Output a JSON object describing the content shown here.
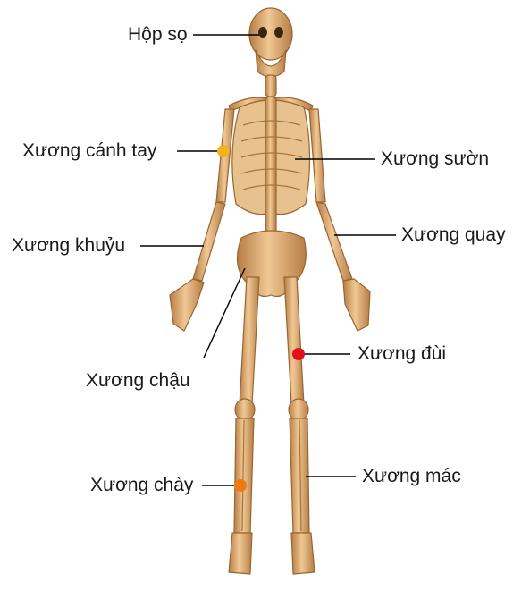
{
  "labels": {
    "skull": "Hộp sọ",
    "humerus": "Xương cánh tay",
    "ulna": "Xương khuỷu",
    "pelvis": "Xương chậu",
    "tibia": "Xương chày",
    "ribs": "Xương sườn",
    "radius": "Xương quay",
    "femur": "Xương đùi",
    "fibula": "Xương mác"
  },
  "colors": {
    "bone": "#e3b47e",
    "bone_shadow": "#a8723c",
    "marker_yellow": "#f2b21c",
    "marker_red": "#e0101c",
    "marker_orange": "#f07a10",
    "leader": "#000000"
  }
}
